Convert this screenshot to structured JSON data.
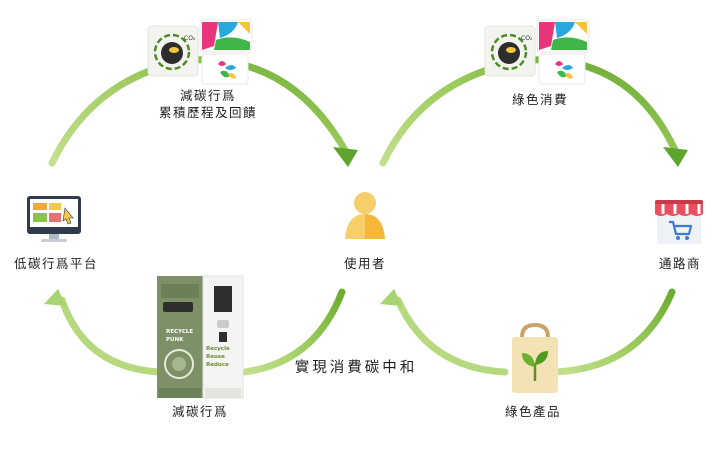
{
  "labels": {
    "carbon_record": [
      "減碳行爲",
      "累積歷程及回饋"
    ],
    "green_consumption": "綠色消費",
    "low_carbon_platform": "低碳行爲平台",
    "user": "使用者",
    "retailer": "通路商",
    "carbon_reduction_action": "減碳行爲",
    "green_products": "綠色產品",
    "center": "實現消費碳中和"
  },
  "machine": {
    "brand_line": "RECYCLE",
    "brand_line2": "PUNK",
    "slogan": [
      "Recycle",
      "Reuse",
      "Reduce"
    ]
  },
  "icons": {
    "co2_badge": "CO₂",
    "cycle_names": [
      "carbon-badge-icon",
      "colorful-card-icon",
      "leaf-logo-icon",
      "computer-platform-icon",
      "user-icon",
      "store-icon",
      "eco-bag-icon",
      "recycling-machine-icon"
    ]
  },
  "colors": {
    "arrow_light": "#a6d06a",
    "arrow_dark": "#5ea52a",
    "machine_green": "#7d9068",
    "user_orange": "#f5b63a",
    "user_yellow": "#f7cf6a"
  }
}
